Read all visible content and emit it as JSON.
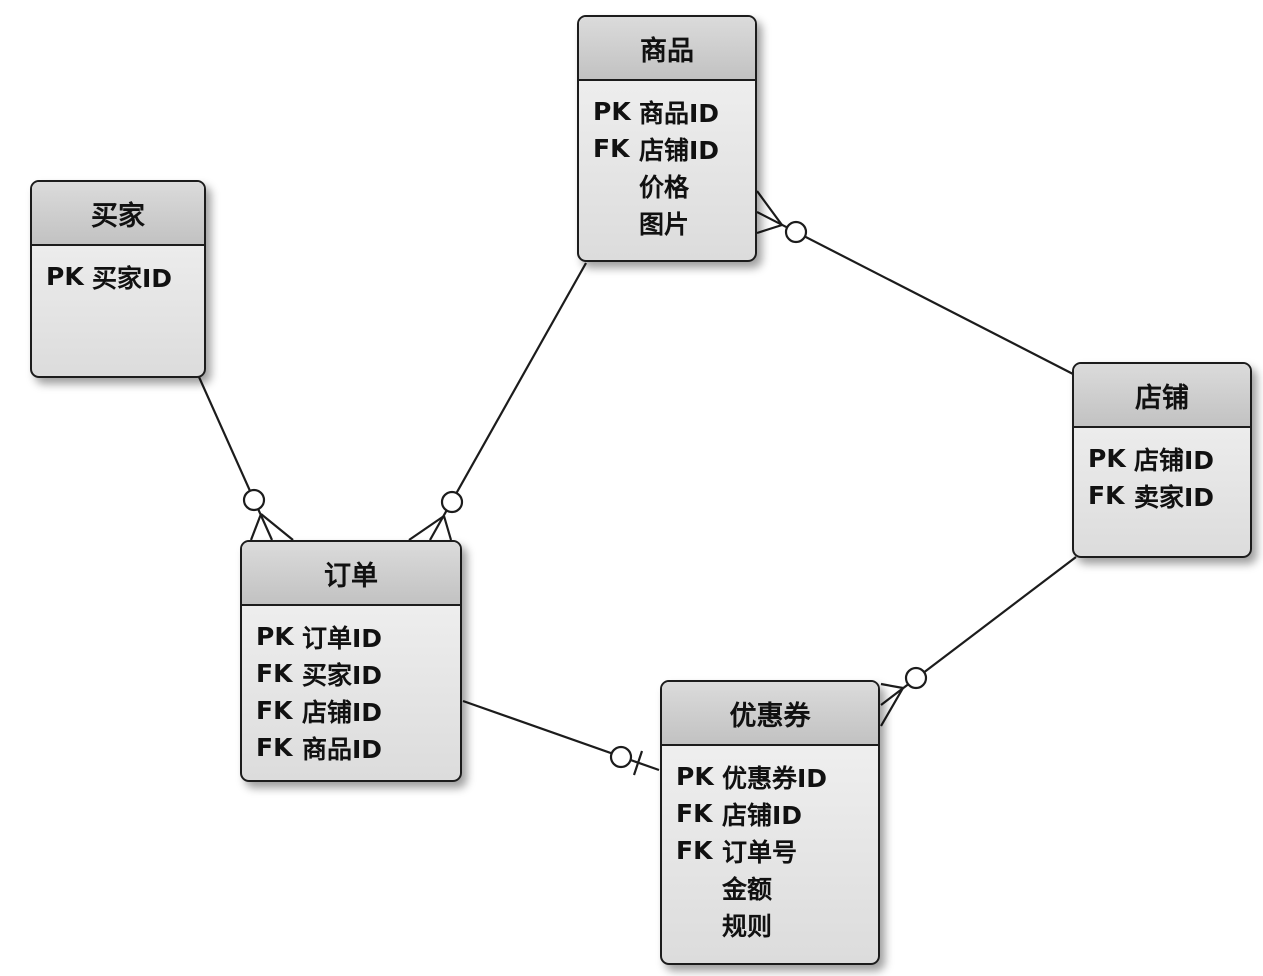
{
  "diagram": {
    "kind": "entity-relationship-diagram",
    "notation": "crows-foot"
  },
  "colors": {
    "background": "#ffffff",
    "entity_header": "#cfcfcf",
    "entity_body": "#ececec",
    "border": "#1c1c1c",
    "line": "#1c1c1c"
  },
  "entities": [
    {
      "id": "buyer",
      "title": "买家",
      "rows": [
        {
          "tag": "PK",
          "name": "买家ID"
        }
      ]
    },
    {
      "id": "product",
      "title": "商品",
      "rows": [
        {
          "tag": "PK",
          "name": "商品ID"
        },
        {
          "tag": "FK",
          "name": "店铺ID"
        },
        {
          "tag": "",
          "name": "价格"
        },
        {
          "tag": "",
          "name": "图片"
        }
      ]
    },
    {
      "id": "shop",
      "title": "店铺",
      "rows": [
        {
          "tag": "PK",
          "name": "店铺ID"
        },
        {
          "tag": "FK",
          "name": "卖家ID"
        }
      ]
    },
    {
      "id": "order",
      "title": "订单",
      "rows": [
        {
          "tag": "PK",
          "name": "订单ID"
        },
        {
          "tag": "FK",
          "name": "买家ID"
        },
        {
          "tag": "FK",
          "name": "店铺ID"
        },
        {
          "tag": "FK",
          "name": "商品ID"
        }
      ]
    },
    {
      "id": "coupon",
      "title": "优惠券",
      "rows": [
        {
          "tag": "PK",
          "name": "优惠券ID"
        },
        {
          "tag": "FK",
          "name": "店铺ID"
        },
        {
          "tag": "FK",
          "name": "订单号"
        },
        {
          "tag": "",
          "name": "金额"
        },
        {
          "tag": "",
          "name": "规则"
        }
      ]
    }
  ],
  "relationships": [
    {
      "from": "买家",
      "to": "订单",
      "from_cardinality": "one",
      "to_cardinality": "zero-or-many"
    },
    {
      "from": "商品",
      "to": "订单",
      "from_cardinality": "one",
      "to_cardinality": "zero-or-many"
    },
    {
      "from": "店铺",
      "to": "商品",
      "from_cardinality": "one",
      "to_cardinality": "zero-or-many"
    },
    {
      "from": "店铺",
      "to": "优惠券",
      "from_cardinality": "one",
      "to_cardinality": "zero-or-many"
    },
    {
      "from": "订单",
      "to": "优惠券",
      "from_cardinality": "one",
      "to_cardinality": "zero-or-one"
    }
  ]
}
